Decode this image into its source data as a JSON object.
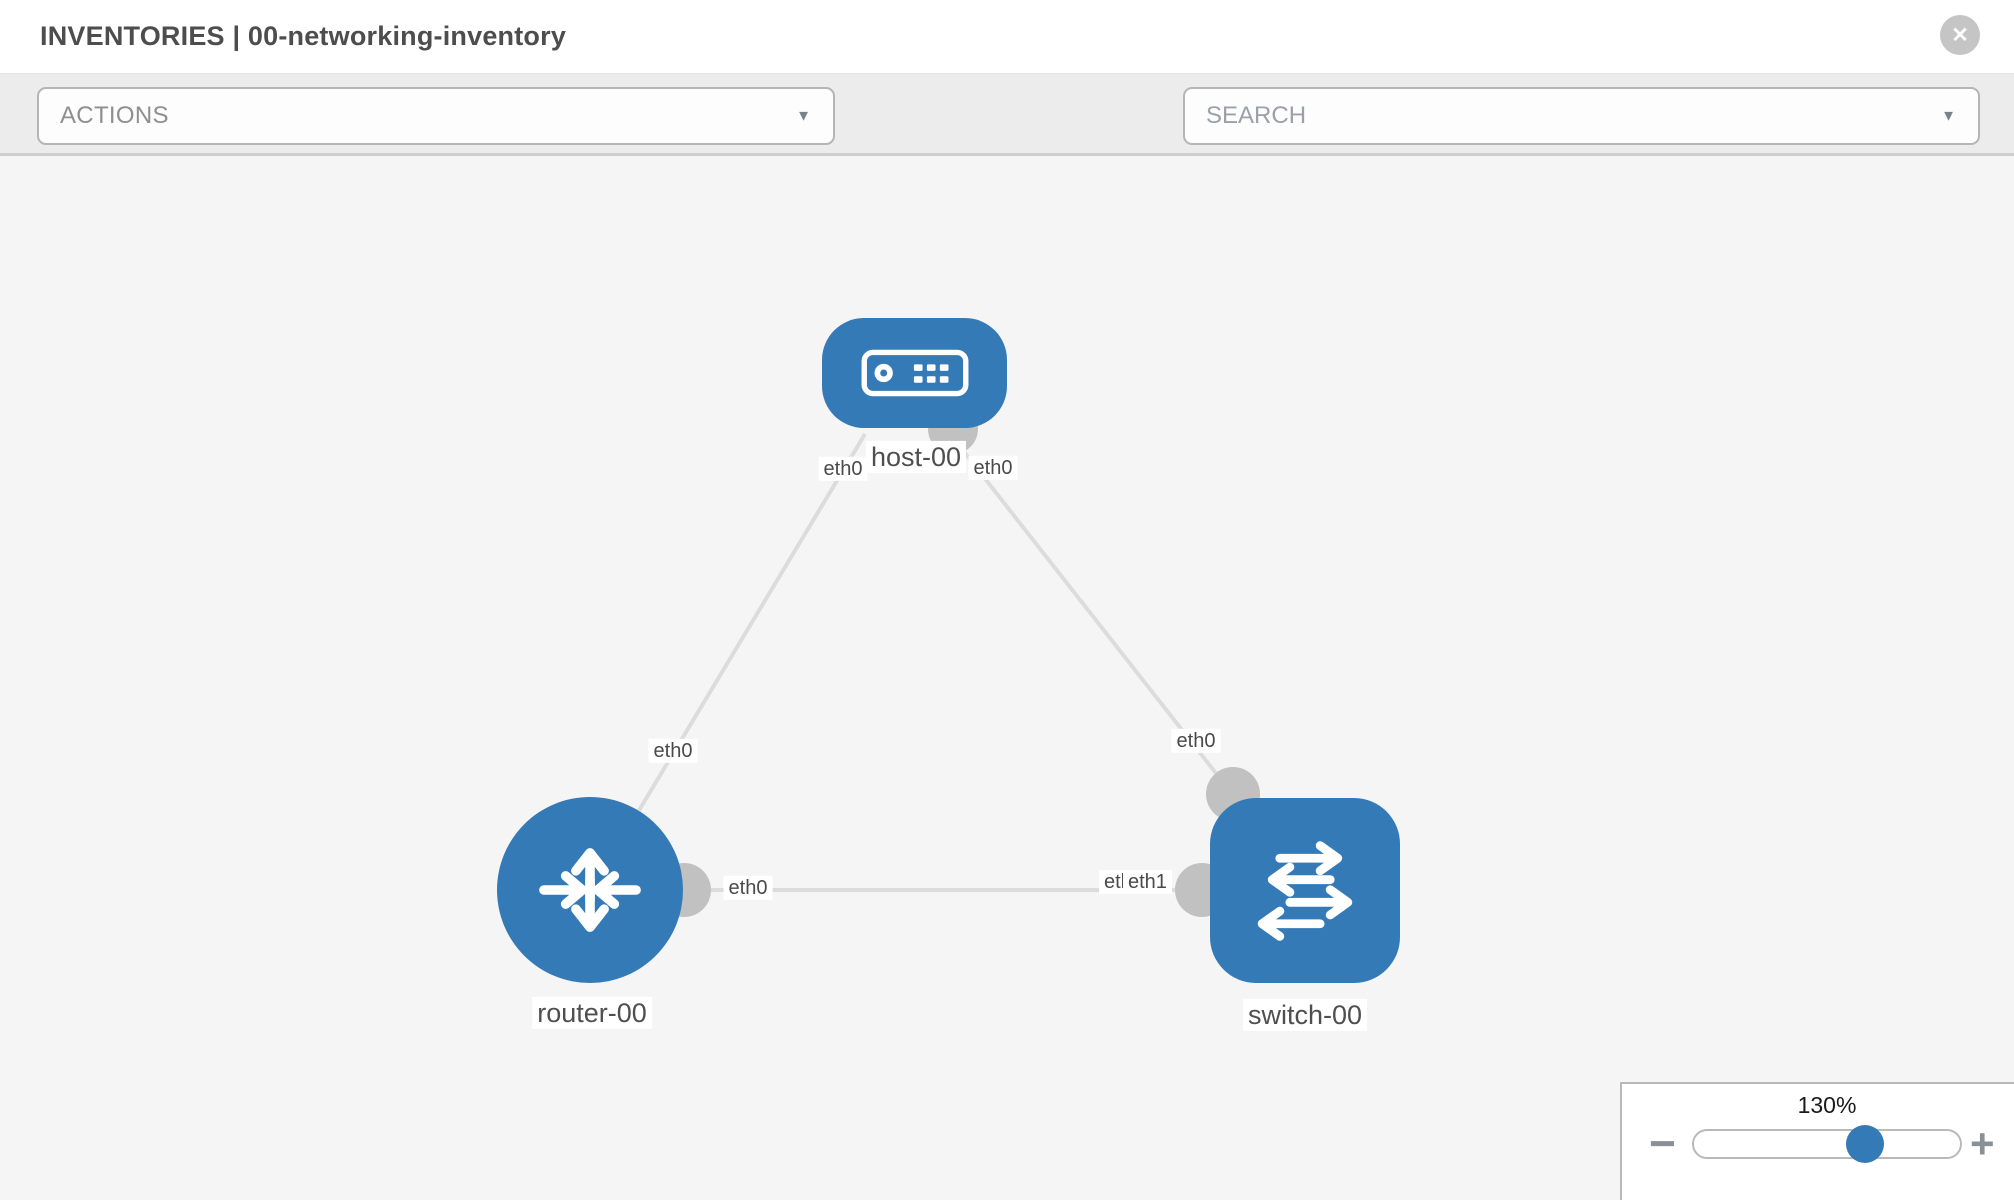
{
  "header": {
    "title": "INVENTORIES | 00-networking-inventory",
    "close_glyph": "✕"
  },
  "toolbar": {
    "actions_label": "ACTIONS",
    "search_placeholder": "SEARCH",
    "caret": "▼"
  },
  "topology": {
    "nodes": {
      "host": {
        "label": "host-00",
        "type": "host"
      },
      "router": {
        "label": "router-00",
        "type": "router"
      },
      "switch": {
        "label": "switch-00",
        "type": "switch"
      }
    },
    "links": [
      {
        "from": "host-00",
        "to": "router-00",
        "from_port": "eth0",
        "to_port": "eth0"
      },
      {
        "from": "host-00",
        "to": "switch-00",
        "from_port": "eth0",
        "to_port": "eth0"
      },
      {
        "from": "router-00",
        "to": "switch-00",
        "from_port": "eth0",
        "to_port": "eth1"
      }
    ],
    "port_labels": {
      "host_left": "eth0",
      "host_right": "eth0",
      "link_host_router": "eth0",
      "link_host_switch": "eth0",
      "router_right": "eth0",
      "switch_mid_under": "eth0",
      "switch_mid_over": "eth1"
    }
  },
  "zoom_control": {
    "level": "130%",
    "minus_glyph": "−",
    "plus_glyph": "+"
  },
  "colors": {
    "node_blue": "#337ab7",
    "link_gray": "#dcdcdc",
    "endpoint_gray": "#c1c1c1"
  }
}
